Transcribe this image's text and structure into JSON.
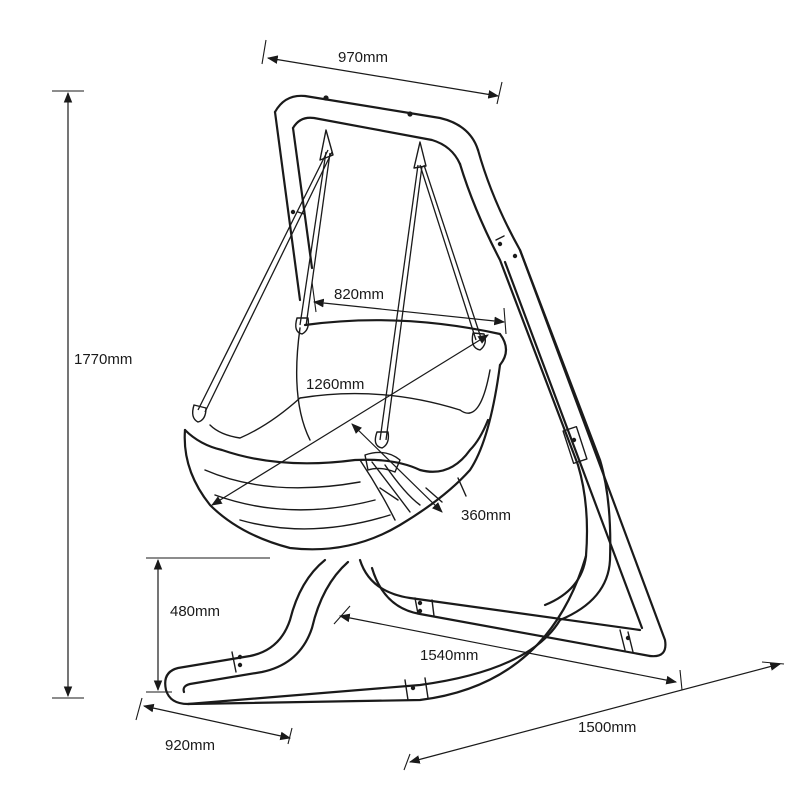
{
  "dimensions": {
    "top_width": "970mm",
    "total_height": "1770mm",
    "seat_width": "820mm",
    "seat_diagonal": "1260mm",
    "seat_depth": "360mm",
    "seat_height": "480mm",
    "base_length": "1540mm",
    "base_width": "920mm",
    "overall_depth": "1500mm"
  },
  "colors": {
    "line": "#1a1a1a",
    "background": "#ffffff"
  }
}
